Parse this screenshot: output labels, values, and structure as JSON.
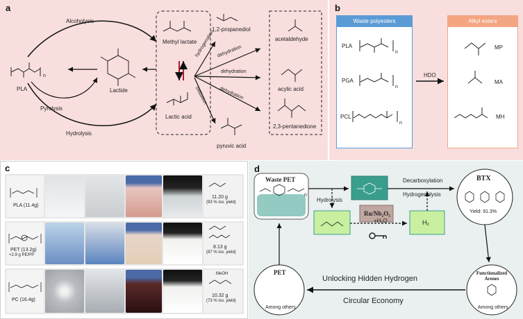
{
  "panel_a": {
    "label": "a",
    "pla": "PLA",
    "n": "n",
    "alcoholysis": "Alcoholysis",
    "pyrolysis": "Pyrolysis",
    "hydrolysis": "Hydrolysis",
    "lactide": "Lactide",
    "methyl_lactate": "Methyl lactate",
    "lactic_acid": "Lactic acid",
    "propanediol": "1,2-propanediol",
    "hydrogenation": "hydrogenation",
    "dehydration_1": "dehydration",
    "dehydration_2": "dehydration",
    "dehydration_3": "dehydration",
    "oxidation": "oxidation",
    "pyruvic_acid": "pyruvic acid",
    "acetaldehyde": "acetaldehyde",
    "acylic_acid": "acylic acid",
    "pentanedione": "2,3-pentanedione"
  },
  "panel_b": {
    "label": "b",
    "waste_header": "Waste polyesters",
    "alkyl_header": "Alkyl esters",
    "pla": "PLA",
    "pga": "PGA",
    "pcl": "PCL",
    "hdo": "HDO",
    "mp": "MP",
    "ma": "MA",
    "mh": "MH",
    "n1": "n",
    "n2": "n",
    "n3": "n"
  },
  "panel_c": {
    "label": "c",
    "rows": [
      {
        "polymer": "PLA (11.4g)",
        "product_mass": "11.20 g",
        "yield": "(93 % iso. yield)"
      },
      {
        "polymer": "PET (13.2g)",
        "extra": "+2.9 g PE/PP",
        "product_mass": "8.13 g",
        "yield": "(87 % iso. yield)"
      },
      {
        "polymer": "PC (16.4g)",
        "product_mass": "10.32 g",
        "yield": "(73 % iso. yield)",
        "extra_label": "MeOH"
      }
    ]
  },
  "panel_d": {
    "label": "d",
    "waste_pet": "Waste PET",
    "n": "n",
    "hydrolysis": "Hydrolysis",
    "decarboxylation": "Decarboxylation",
    "hydrogenolysis": "Hydrogenolysis",
    "btx": "BTX",
    "yield": "Yield: 91.3%",
    "catalyst": "Ru/Nb₂O₅",
    "plus_h2o": "+H₂O",
    "h2": "H₂",
    "unlocking": "Unlocking Hidden Hydrogen",
    "circular": "Circular Economy",
    "pet": "PET",
    "among_others_1": "Among others",
    "functionalized": "Functionalized Arenes",
    "among_others_2": "Among others"
  },
  "colors": {
    "pink_bg": "#f9dede",
    "blue_box": "#5b9bd5",
    "orange_box": "#f4a582",
    "teal": "#3a9e8e",
    "green_box": "#c8f0a0",
    "panel_d_bg": "#e9f0ef"
  }
}
